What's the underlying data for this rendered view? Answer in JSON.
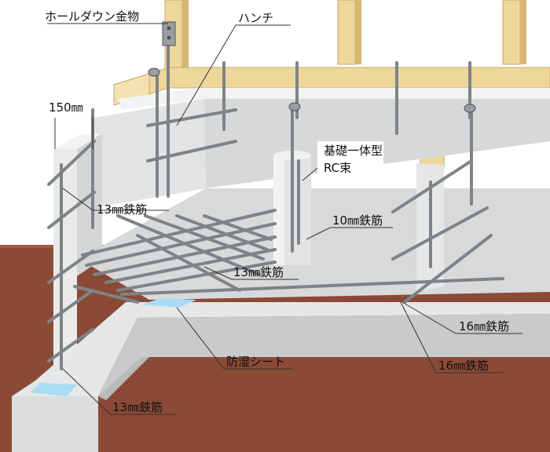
{
  "labels": {
    "holdown": "ホールダウン金物",
    "haunch": "ハンチ",
    "spacing": "150㎜",
    "rc_post_line1": "基礎一体型",
    "rc_post_line2": "RC束",
    "rebar_13_upper": "13㎜鉄筋",
    "rebar_10": "10㎜鉄筋",
    "rebar_13_mid": "13㎜鉄筋",
    "rebar_16_a": "16㎜鉄筋",
    "rebar_16_b": "16㎜鉄筋",
    "moisture_sheet": "防湿シート",
    "rebar_13_lower": "13㎜鉄筋"
  },
  "colors": {
    "soil": "#8b4a36",
    "concrete_light": "#e9eaea",
    "concrete_mid": "#d7d8d9",
    "concrete_dark": "#c2c4c5",
    "timber": "#eed79a",
    "timber_edge": "#c9a867",
    "rebar": "#7f8386",
    "rebar_dark": "#4e5255",
    "sheet": "#a9dcf5",
    "leader": "#333333"
  }
}
